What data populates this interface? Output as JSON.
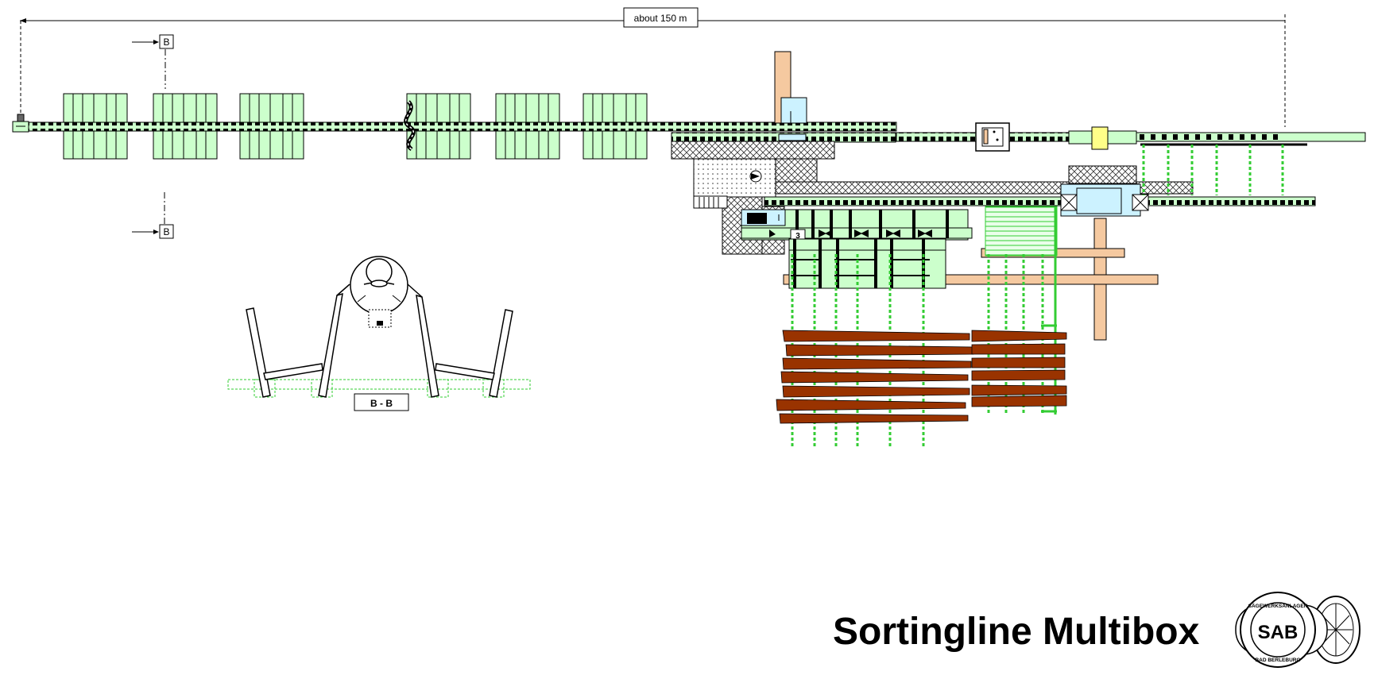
{
  "dimension": {
    "label": "about 150 m"
  },
  "section_markers": {
    "top": "B",
    "bottom": "B"
  },
  "section_view": {
    "label": "B - B"
  },
  "station_number": "3",
  "title": "Sortingline Multibox",
  "logo": {
    "initials": "SAB",
    "ring_top": "SÄGEWERKSANLAGEN",
    "ring_bottom": "BAD BERLEBURG"
  },
  "colors": {
    "conveyor_fill": "#ccffcc",
    "conveyor_border": "#000000",
    "green_chain": "#33cc33",
    "timber": "#993300",
    "wood_beam": "#f5c9a0",
    "light_blue": "#ccf2ff",
    "yellow": "#ffff88"
  }
}
